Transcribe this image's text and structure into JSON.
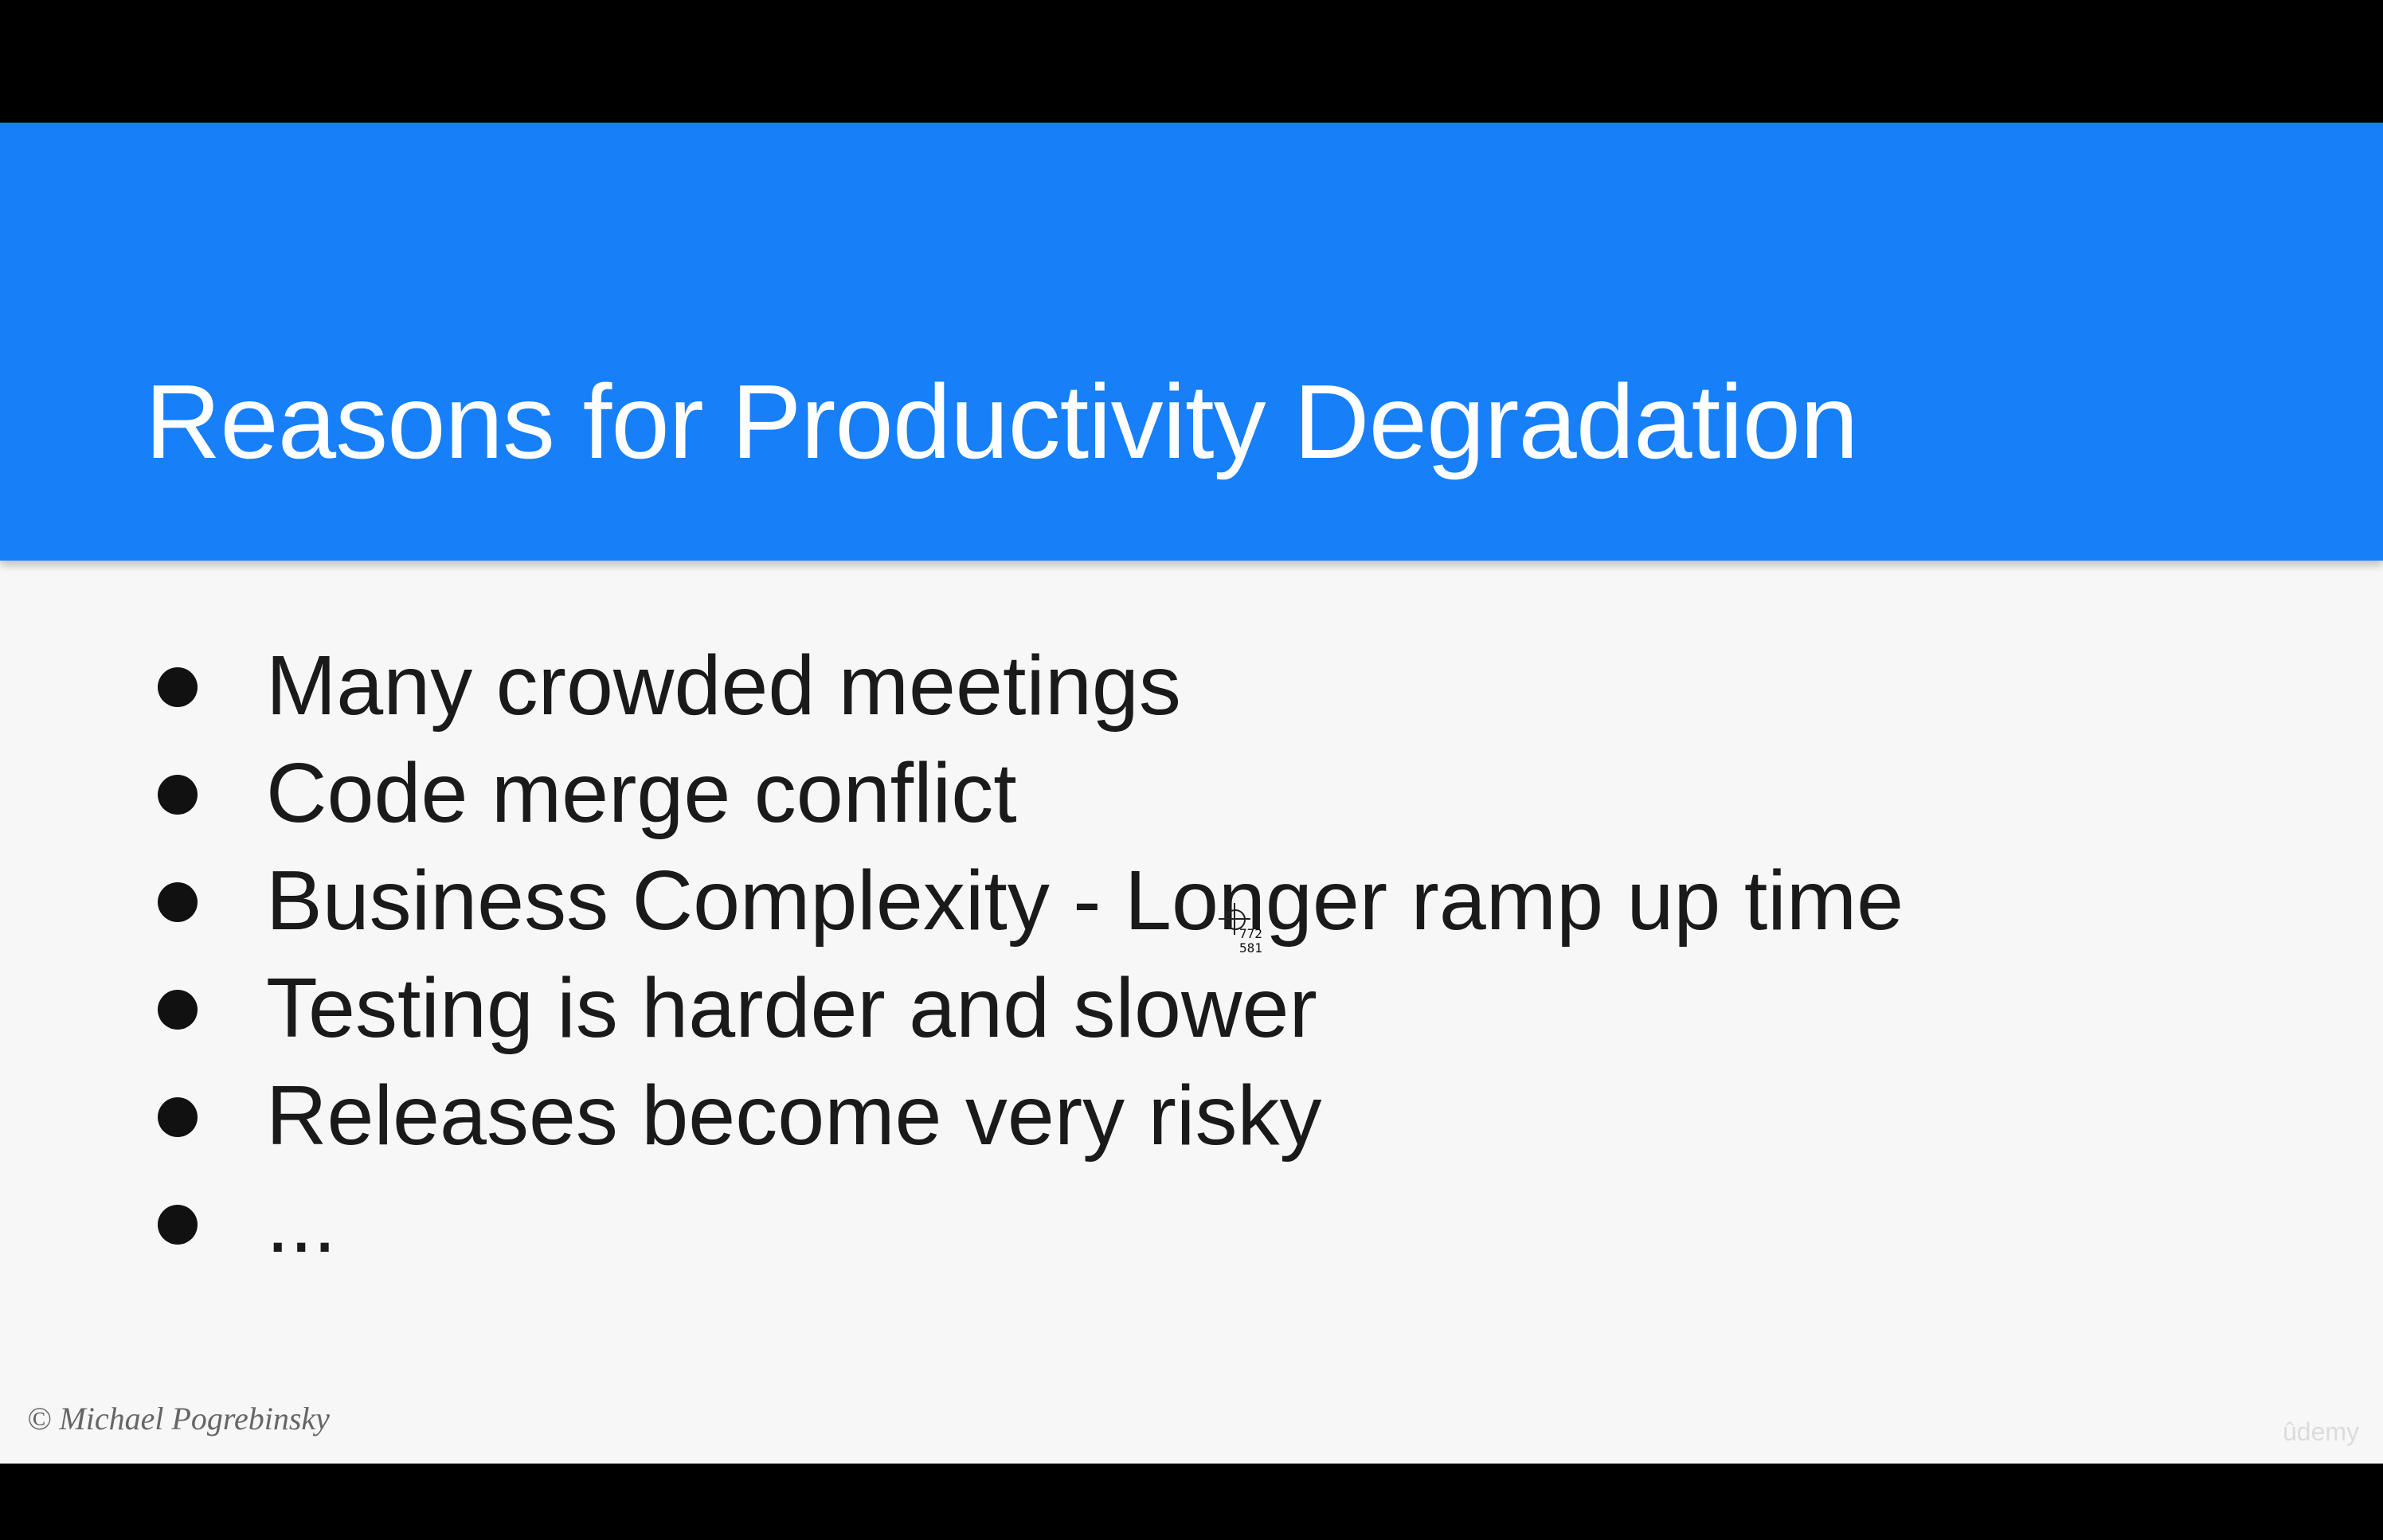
{
  "slide": {
    "title": "Reasons for Productivity Degradation",
    "bullets": [
      "Many crowded meetings",
      "Code merge conflict",
      "Business Complexity - Longer ramp up time",
      "Testing is harder and slower",
      "Releases become very risky",
      "..."
    ],
    "copyright": "© Michael Pogrebinsky",
    "watermark": "ûdemy"
  },
  "cursor": {
    "x_readout": "772",
    "y_readout": "581"
  },
  "colors": {
    "title_bar": "#177ff7",
    "title_text": "#ffffff",
    "slide_background": "#f7f7f7",
    "body_text": "#1a1a1a",
    "letterbox": "#000000"
  }
}
